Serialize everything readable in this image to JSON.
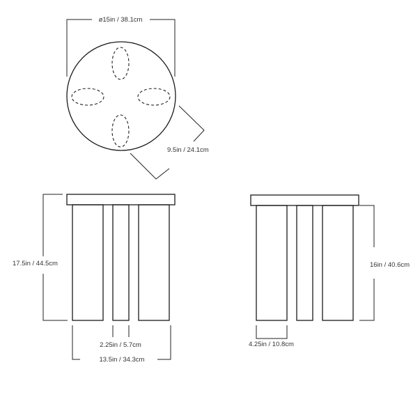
{
  "top_view": {
    "diameter_label": "ø15in / 38.1cm",
    "leg_spacing_label": "9.5in / 24.1cm"
  },
  "front_view": {
    "height_label": "17.5in / 44.5cm",
    "leg_width_label": "2.25in / 5.7cm",
    "base_width_label": "13.5in / 34.3cm"
  },
  "side_view": {
    "leg_height_label": "16in / 40.6cm",
    "leg_depth_label": "4.25in / 10.8cm"
  },
  "colors": {
    "line": "#1a1a1a",
    "text": "#333333"
  }
}
